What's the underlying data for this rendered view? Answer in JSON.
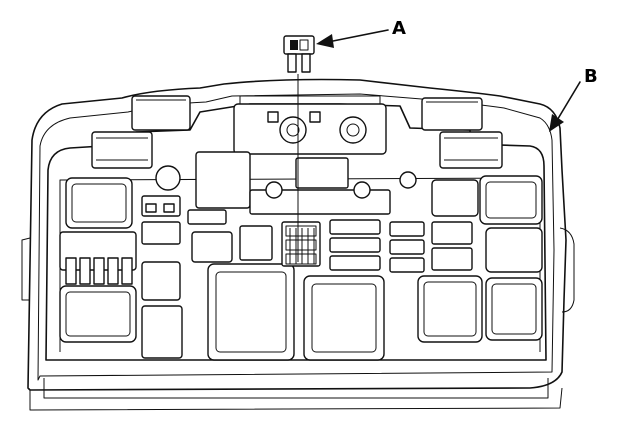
{
  "diagram": {
    "callouts": [
      {
        "id": "A",
        "label": "A"
      },
      {
        "id": "B",
        "label": "B"
      }
    ],
    "colors": {
      "line": "#111111",
      "background": "#ffffff"
    }
  }
}
